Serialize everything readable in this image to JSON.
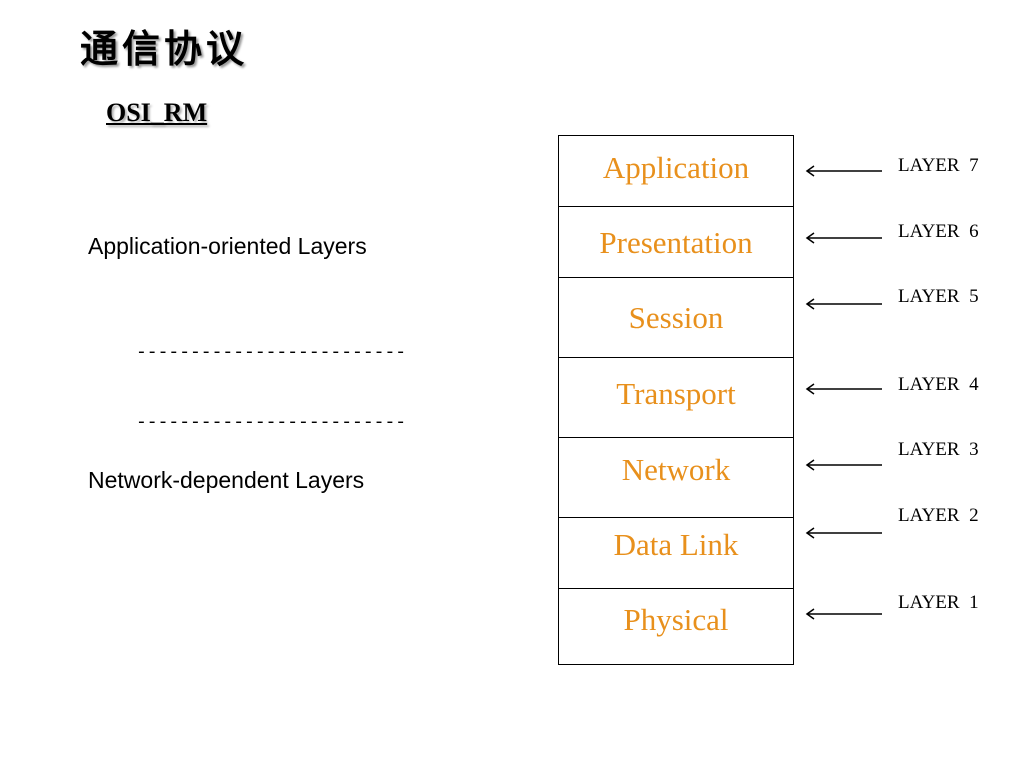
{
  "title": "通信协议",
  "subtitle": "OSI_RM",
  "left_labels": {
    "top": "Application-oriented Layers",
    "bottom": "Network-dependent Layers"
  },
  "divider_text": "-------------------------",
  "layers": [
    {
      "name": "Application",
      "tag": "LAYER  7"
    },
    {
      "name": "Presentation",
      "tag": "LAYER  6"
    },
    {
      "name": "Session",
      "tag": "LAYER  5"
    },
    {
      "name": "Transport",
      "tag": "LAYER  4"
    },
    {
      "name": "Network",
      "tag": "LAYER  3"
    },
    {
      "name": "Data Link",
      "tag": "LAYER  2"
    },
    {
      "name": "Physical",
      "tag": "LAYER  1"
    }
  ],
  "colors": {
    "layer_text": "#e8901c",
    "lines": "#000000"
  }
}
